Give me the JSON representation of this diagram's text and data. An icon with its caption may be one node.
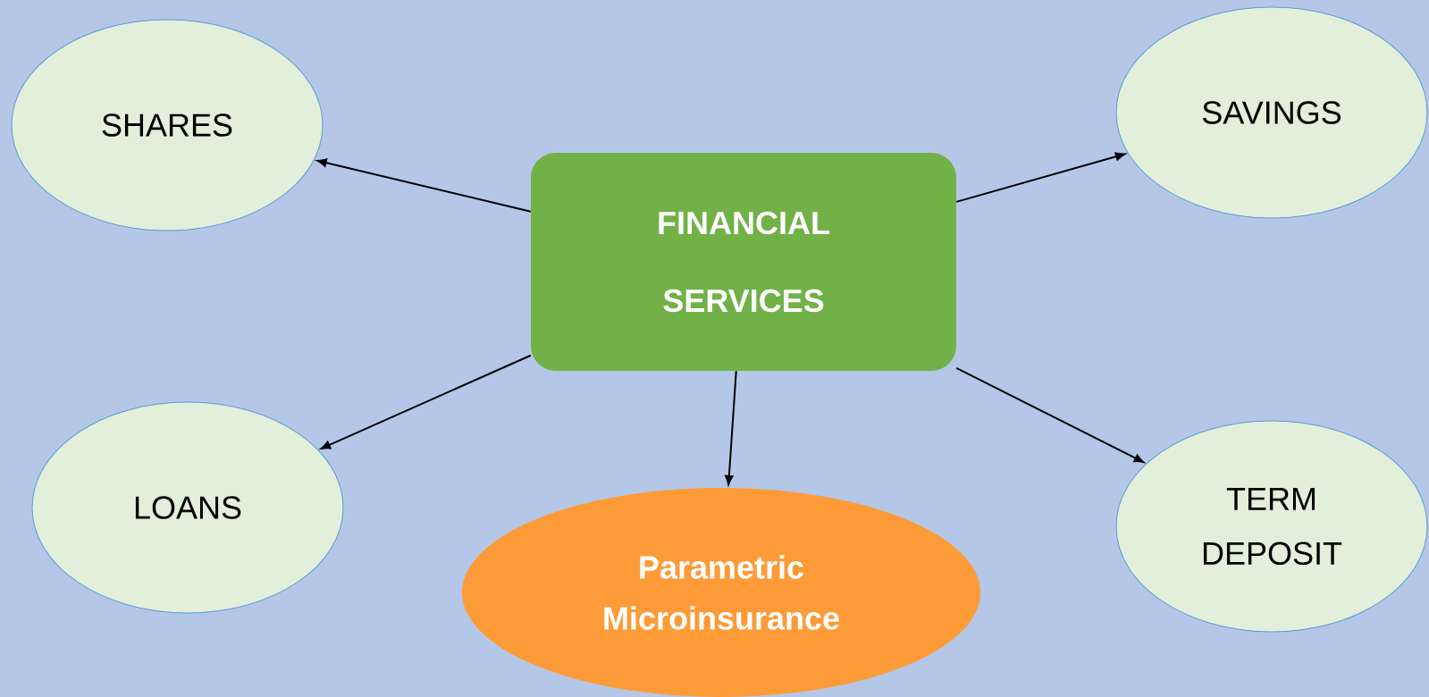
{
  "diagram": {
    "nodes": [
      {
        "text": [
          "SHARES"
        ]
      },
      {
        "text": [
          "SAVINGS"
        ]
      },
      {
        "text": [
          "FINANCIAL SERVICES"
        ]
      },
      {
        "text": [
          "LOANS"
        ]
      },
      {
        "text": [
          "TERM DEPOSIT"
        ]
      },
      {
        "text": [
          "Parametric Microinsurance"
        ]
      }
    ],
    "edges": [
      {
        "from": 2,
        "to": 0,
        "arrow": "to"
      },
      {
        "from": 2,
        "to": 1,
        "arrow": "to"
      },
      {
        "from": 2,
        "to": 3,
        "arrow": "to"
      },
      {
        "from": 2,
        "to": 4,
        "arrow": "to"
      },
      {
        "from": 2,
        "to": 5,
        "arrow": "to"
      }
    ]
  }
}
